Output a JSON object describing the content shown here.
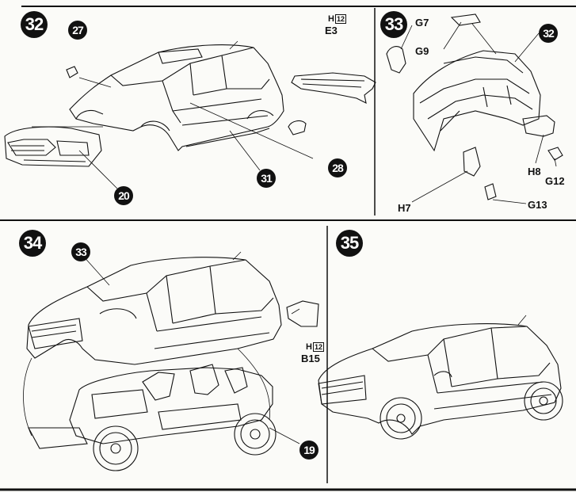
{
  "steps": {
    "s32": "32",
    "s33": "33",
    "s34": "34",
    "s35": "35"
  },
  "panel32": {
    "parts": {
      "p27": "27",
      "p20": "20",
      "p31": "31",
      "p28": "28"
    },
    "sheet_letter": "H",
    "sheet_number": "12",
    "part_code": "E3"
  },
  "panel33": {
    "labels": {
      "g7": "G7",
      "g9": "G9",
      "h8": "H8",
      "g12": "G12",
      "h7": "H7",
      "g13": "G13"
    },
    "ref_part": "32"
  },
  "panel34": {
    "parts": {
      "p33": "33",
      "p19": "19"
    },
    "sheet_letter": "H",
    "sheet_number": "12",
    "part_code": "B15"
  }
}
